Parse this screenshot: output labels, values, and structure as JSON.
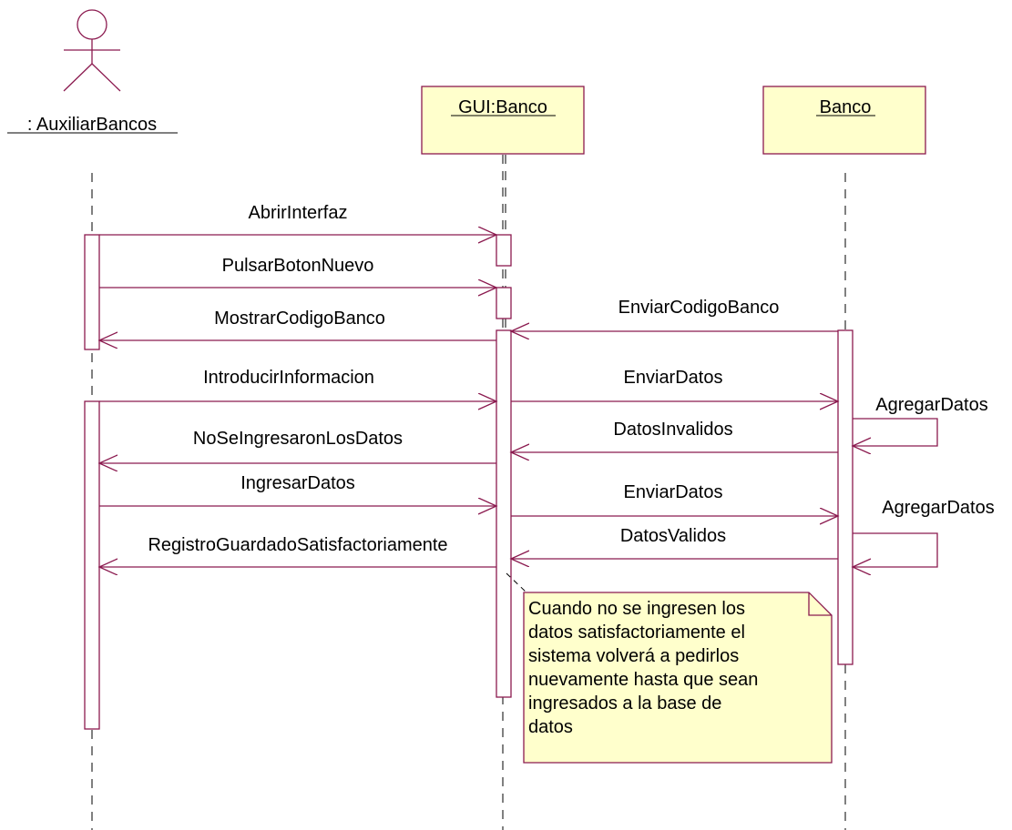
{
  "participants": [
    {
      "id": "auxiliar",
      "name": ": AuxiliarBancos",
      "kind": "actor"
    },
    {
      "id": "gui",
      "name": "GUI:Banco",
      "kind": "object"
    },
    {
      "id": "banco",
      "name": "Banco",
      "kind": "object"
    }
  ],
  "messages": [
    {
      "id": "m1",
      "label": "AbrirInterfaz",
      "from": "auxiliar",
      "to": "gui"
    },
    {
      "id": "m2",
      "label": "PulsarBotonNuevo",
      "from": "auxiliar",
      "to": "gui"
    },
    {
      "id": "m3",
      "label": "MostrarCodigoBanco",
      "from": "gui",
      "to": "auxiliar"
    },
    {
      "id": "m4",
      "label": "EnviarCodigoBanco",
      "from": "banco",
      "to": "gui"
    },
    {
      "id": "m5",
      "label": "IntroducirInformacion",
      "from": "auxiliar",
      "to": "gui"
    },
    {
      "id": "m6",
      "label": "EnviarDatos",
      "from": "gui",
      "to": "banco"
    },
    {
      "id": "m7",
      "label": "AgregarDatos",
      "from": "banco",
      "to": "banco",
      "self": true
    },
    {
      "id": "m8",
      "label": "DatosInvalidos",
      "from": "banco",
      "to": "gui"
    },
    {
      "id": "m9",
      "label": "NoSeIngresaronLosDatos",
      "from": "gui",
      "to": "auxiliar"
    },
    {
      "id": "m10",
      "label": "IngresarDatos",
      "from": "auxiliar",
      "to": "gui"
    },
    {
      "id": "m11",
      "label": "EnviarDatos",
      "from": "gui",
      "to": "banco"
    },
    {
      "id": "m12",
      "label": "AgregarDatos",
      "from": "banco",
      "to": "banco",
      "self": true
    },
    {
      "id": "m13",
      "label": "DatosValidos",
      "from": "banco",
      "to": "gui"
    },
    {
      "id": "m14",
      "label": "RegistroGuardadoSatisfactoriamente",
      "from": "gui",
      "to": "auxiliar"
    }
  ],
  "note": {
    "text": "Cuando no se ingresen los\ndatos satisfactoriamente el\nsistema volverá  a pedirlos\nnuevamente hasta que sean\ningresados a la base de\ndatos"
  },
  "colors": {
    "line": "#8b1a4f",
    "box_fill": "#ffffcc",
    "box_border": "#8b1a4f",
    "text": "#000000"
  }
}
